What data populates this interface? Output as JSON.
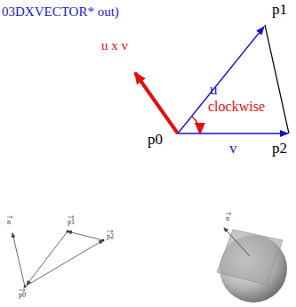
{
  "diagram": {
    "labels": [
      "03DXVECTOR* out)",
      "p1",
      "u x v",
      "u",
      "clockwise",
      "p0",
      "v",
      "p2",
      "n",
      "p1",
      "p2",
      "p0",
      "n"
    ]
  }
}
